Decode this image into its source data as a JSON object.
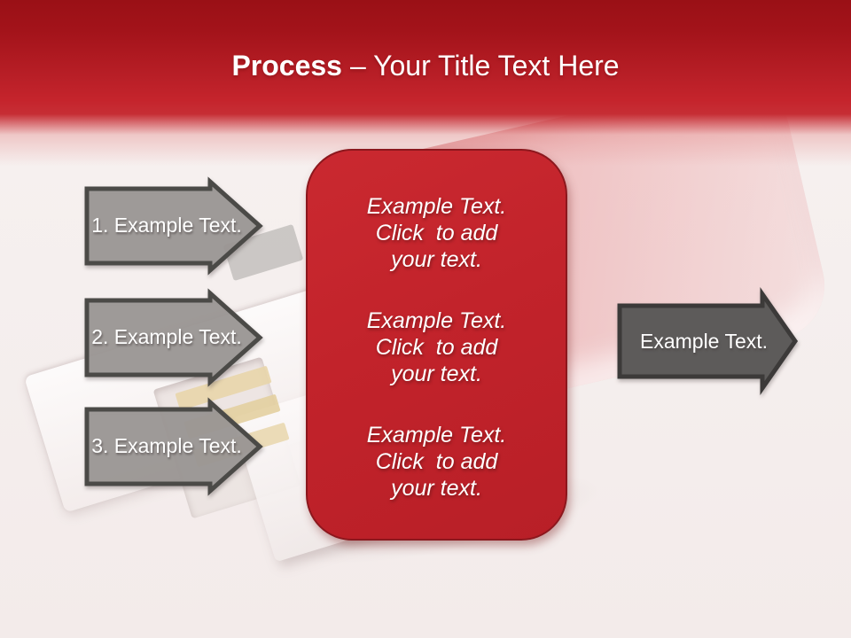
{
  "theme": {
    "accent-red": "#c2232b",
    "panel-border": "#8c171d",
    "header-red": "#c5242c",
    "header-red-dark": "#9a1016",
    "arrow-gray": "#9a9795",
    "arrow-gray-border": "#4b4a47",
    "arrow-dark-gray": "#5d5b5a",
    "arrow-dark-border": "#3c3a39",
    "text-white": "#ffffff"
  },
  "header": {
    "title_bold": "Process",
    "title_rest": "– Your Title Text Here"
  },
  "left_arrows": [
    {
      "label": "1. Example Text."
    },
    {
      "label": "2. Example Text."
    },
    {
      "label": "3. Example Text."
    }
  ],
  "right_arrow": {
    "label": "Example Text."
  },
  "panel": {
    "paragraphs": [
      {
        "lines": [
          "Example Text.",
          "Click  to add",
          "your text."
        ]
      },
      {
        "lines": [
          "Example Text.",
          "Click  to add",
          "your text."
        ]
      },
      {
        "lines": [
          "Example Text.",
          "Click  to add",
          "your text."
        ]
      }
    ]
  },
  "background": {
    "decoration": "usb-flash-drive-photo"
  }
}
